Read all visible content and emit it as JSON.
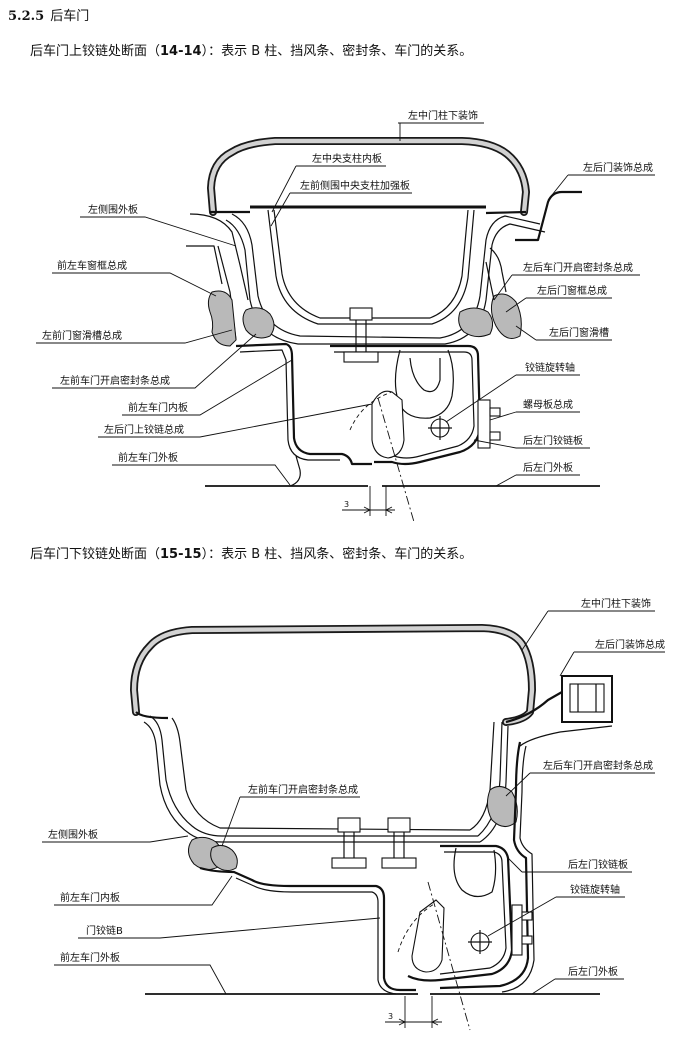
{
  "section": {
    "number": "5.2.5",
    "title": "后车门"
  },
  "figures": [
    {
      "caption_pre": "后车门上铰链处断面（",
      "caption_id": "14-14",
      "caption_post": "）：表示 B 柱、挡风条、密封条、车门的关系。",
      "labels": {
        "b_pillar_lower_trim": "左中门柱下装饰",
        "b_pillar_inner_panel": "左中央支柱内板",
        "rear_door_trim_assy": "左后门装饰总成",
        "b_pillar_reinforcement": "左前侧围中央支柱加强板",
        "side_outer_panel": "左侧围外板",
        "front_door_window_frame": "前左车窗框总成",
        "rear_door_opening_seal": "左后车门开启密封条总成",
        "rear_door_window_frame": "左后门窗框总成",
        "front_door_glass_run": "左前门窗滑槽总成",
        "rear_door_glass_run": "左后门窗滑槽",
        "hinge_pivot_axis": "铰链旋转轴",
        "front_door_opening_seal": "左前车门开启密封条总成",
        "nut_plate_assy": "螺母板总成",
        "front_door_inner_panel": "前左车门内板",
        "rear_door_upper_hinge_assy": "左后门上铰链总成",
        "rear_door_hinge_plate": "后左门铰链板",
        "front_door_outer_panel": "前左车门外板",
        "rear_door_outer_panel": "后左门外板"
      },
      "dimension": "3"
    },
    {
      "caption_pre": "后车门下铰链处断面（",
      "caption_id": "15-15",
      "caption_post": "）：表示 B 柱、挡风条、密封条、车门的关系。",
      "labels": {
        "b_pillar_lower_trim": "左中门柱下装饰",
        "rear_door_trim_assy": "左后门装饰总成",
        "rear_door_opening_seal": "左后车门开启密封条总成",
        "front_door_opening_seal": "左前车门开启密封条总成",
        "side_outer_panel": "左侧围外板",
        "rear_door_hinge_plate": "后左门铰链板",
        "hinge_pivot_axis": "铰链旋转轴",
        "front_door_inner_panel": "前左车门内板",
        "door_hinge_b": "门铰链B",
        "front_door_outer_panel": "前左车门外板",
        "rear_door_outer_panel": "后左门外板"
      },
      "dimension": "3"
    }
  ]
}
